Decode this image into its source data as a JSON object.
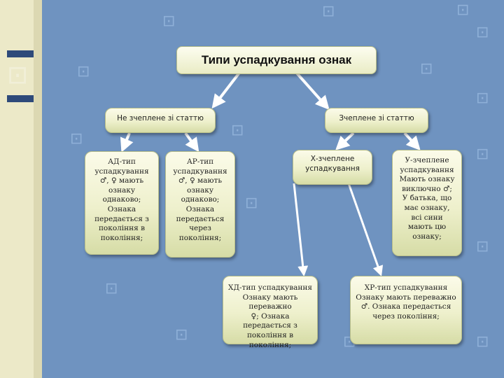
{
  "title": "Типи успадкування ознак",
  "branches": {
    "not_linked": "Не зчеплене зі статтю",
    "linked": "Зчеплене зі статтю"
  },
  "leaves": {
    "ad": "АД-тип\nуспадкування\n♂, ♀ мають\nознаку\nоднаково;\nОзнака\nпередається з\nпокоління в\nпокоління;",
    "ar": "АР-тип\nуспадкування\n♂, ♀ мають\nознаку\nоднаково;\nОзнака\nпередається\nчерез\nпокоління;",
    "x_linked": "Х-зчеплене\nуспадкування",
    "y_linked": "У-зчеплене\nуспадкування\nМають ознаку\nвиключно ♂;\nУ батька, що\nмає ознаку,\nвсі сини\nмають цю\nознаку;",
    "xd": "ХД-тип успадкування\nОзнаку мають переважно\n♀; Ознака передається з\nпокоління в покоління;",
    "xr": "ХР-тип успадкування\nОзнаку мають переважно\n♂. Ознака передається\nчерез покоління;"
  },
  "colors": {
    "background": "#6f93c0",
    "node_fill": "#eef0cc",
    "connector": "#ffffff"
  }
}
